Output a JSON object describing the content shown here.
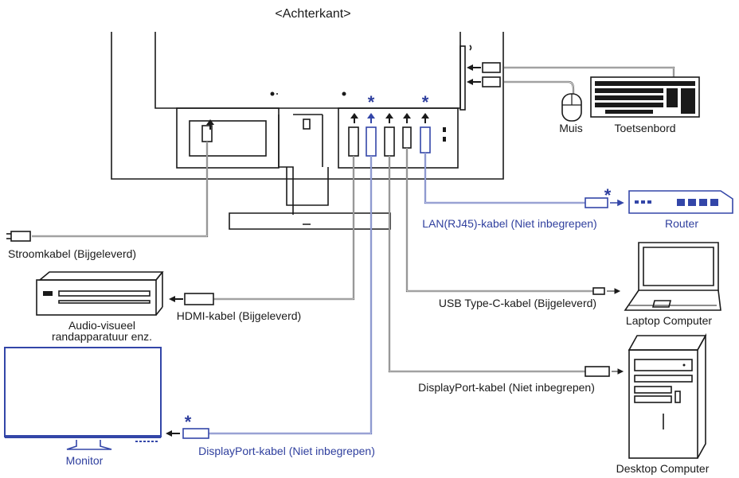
{
  "title": "<Achterkant>",
  "star": "*",
  "labels": {
    "mouse": "Muis",
    "keyboard": "Toetsenbord",
    "lan_cable": "LAN(RJ45)-kabel (Niet inbegrepen)",
    "router": "Router",
    "power_cable": "Stroomkabel (Bijgeleverd)",
    "usbc_cable": "USB Type-C-kabel (Bijgeleverd)",
    "laptop": "Laptop Computer",
    "hdmi_cable": "HDMI-kabel (Bijgeleverd)",
    "av_line1": "Audio-visueel",
    "av_line2": "randapparatuur enz.",
    "dp_cable_1": "DisplayPort-kabel (Niet inbegrepen)",
    "desktop": "Desktop Computer",
    "monitor": "Monitor",
    "dp_cable_2": "DisplayPort-kabel (Niet inbegrepen)"
  },
  "colors": {
    "line": "#1a1a1a",
    "cable": "#444444",
    "accent_blue": "#2f3f9e"
  }
}
